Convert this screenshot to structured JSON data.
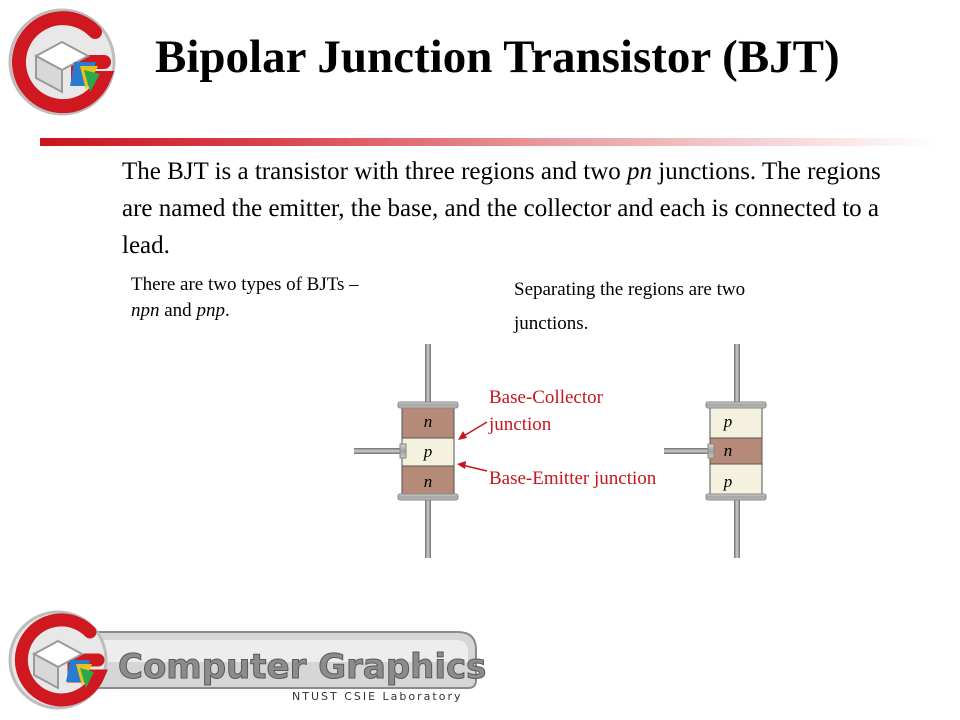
{
  "slide": {
    "title": "Bipolar Junction Transistor (BJT)",
    "body": {
      "p1": "The BJT is a transistor with three regions and two ",
      "p1_em": "pn",
      "p2": " junctions. The regions are named the emitter, the base, and the collector and each is connected to a lead."
    },
    "note_left": {
      "part1": "There are two types of BJTs – ",
      "em1": "npn",
      "part2": " and ",
      "em2": "pnp",
      "part3": "."
    },
    "note_right": "Separating the regions are two junctions.",
    "labels": {
      "base_collector": "Base-Collector junction",
      "base_emitter": "Base-Emitter junction"
    },
    "npn_regions": [
      "n",
      "p",
      "n"
    ],
    "pnp_regions": [
      "p",
      "n",
      "p"
    ],
    "logo_bottom": {
      "name": "Computer Graphics",
      "subtitle": "NTUST CSIE Laboratory"
    },
    "colors": {
      "accent_red": "#c8141e",
      "n_region_npn": "#b58a78",
      "p_region_npn": "#f4f2de",
      "p_region_pnp": "#f4f2de",
      "n_region_pnp": "#b58a78"
    }
  }
}
